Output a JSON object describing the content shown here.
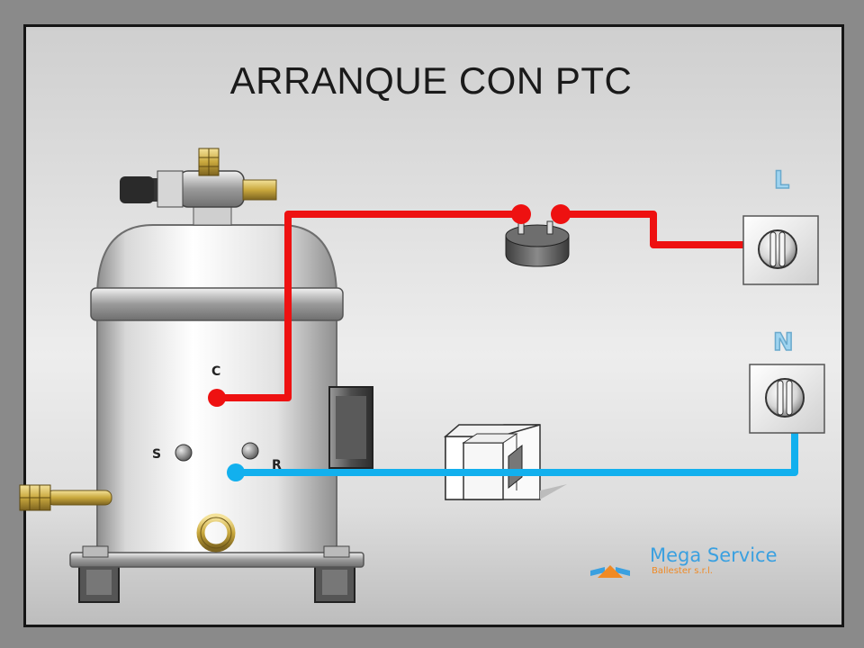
{
  "title": "ARRANQUE CON PTC",
  "terminals": {
    "c": "C",
    "s": "S",
    "r": "R"
  },
  "supply": {
    "line": "L",
    "neutral": "N"
  },
  "logo": {
    "name": "Mega Service",
    "subtitle": "Ballester s.r.l."
  },
  "colors": {
    "line_wire": "#ee1111",
    "neutral_wire": "#12b0ee",
    "logo_blue": "#3aa0e0",
    "logo_orange": "#f08a24"
  }
}
